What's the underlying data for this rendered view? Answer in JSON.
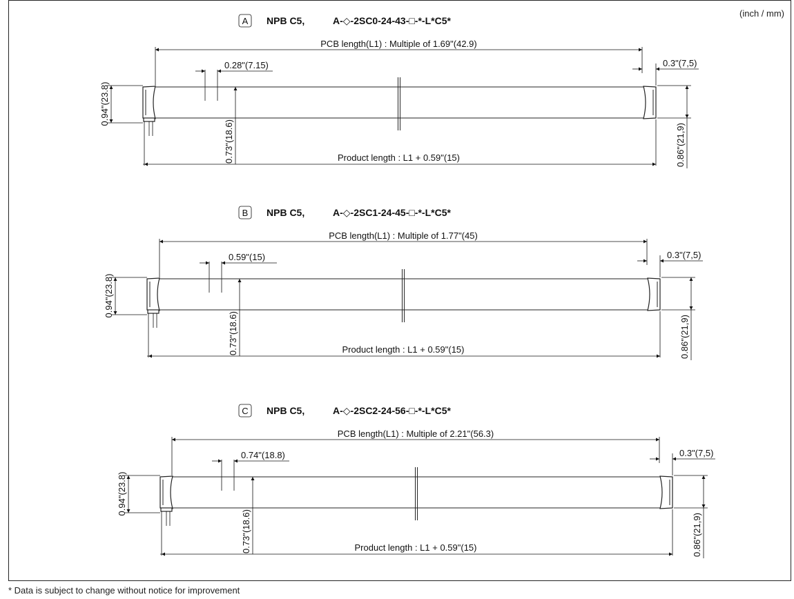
{
  "page": {
    "units": "(inch / mm)",
    "footnote": "* Data is subject to change without notice for improvement"
  },
  "drawings": [
    {
      "letter": "A",
      "series": "NPB C5,",
      "code": "A-◇-2SC0-24-43-□-*-L*C5*",
      "pcb_length": "PCB length(L1) : Multiple of 1.69\"(42.9)",
      "pitch": "0.28\"(7.15)",
      "end_offset": "0.3\"(7,5)",
      "left_height": "0.94\"(23.8)",
      "mid_height": "0.73\"(18.6)",
      "right_height": "0.86\"(21,9)",
      "product_length": "Product length : L1 + 0.59\"(15)"
    },
    {
      "letter": "B",
      "series": "NPB C5,",
      "code": "A-◇-2SC1-24-45-□-*-L*C5*",
      "pcb_length": "PCB length(L1) : Multiple of 1.77\"(45)",
      "pitch": "0.59\"(15)",
      "end_offset": "0.3\"(7,5)",
      "left_height": "0.94\"(23.8)",
      "mid_height": "0.73\"(18.6)",
      "right_height": "0.86\"(21,9)",
      "product_length": "Product length : L1 + 0.59\"(15)"
    },
    {
      "letter": "C",
      "series": "NPB C5,",
      "code": "A-◇-2SC2-24-56-□-*-L*C5*",
      "pcb_length": "PCB length(L1) : Multiple of 2.21\"(56.3)",
      "pitch": "0.74\"(18.8)",
      "end_offset": "0.3\"(7,5)",
      "left_height": "0.94\"(23.8)",
      "mid_height": "0.73\"(18.6)",
      "right_height": "0.86\"(21,9)",
      "product_length": "Product length : L1 + 0.59\"(15)"
    }
  ]
}
